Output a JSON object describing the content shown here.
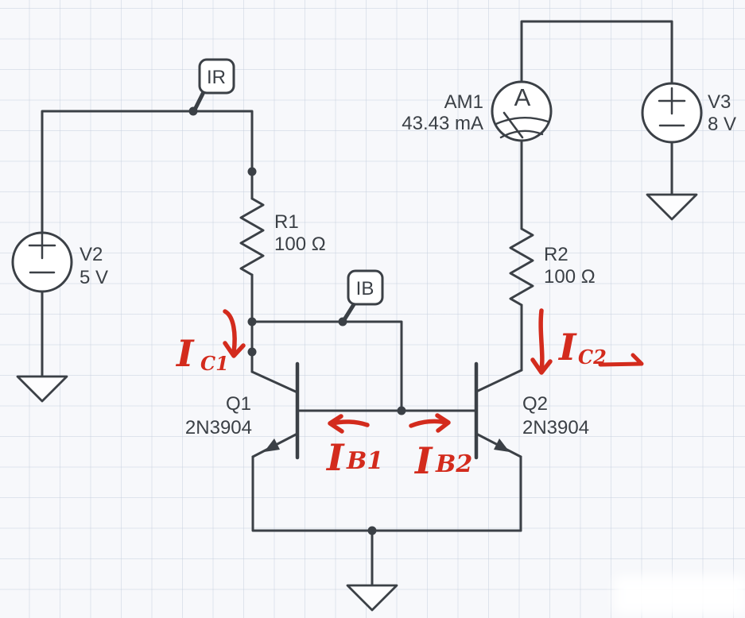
{
  "canvas": {
    "background": "#f7f8fb",
    "grid_color": "#c6ced9",
    "wire_color": "#3b4046",
    "annotation_color": "#d32b1d"
  },
  "sources": {
    "v2": {
      "label": "V2",
      "value": "5 V"
    },
    "v3": {
      "label": "V3",
      "value": "8 V"
    }
  },
  "resistors": {
    "r1": {
      "label": "R1",
      "value": "100 Ω"
    },
    "r2": {
      "label": "R2",
      "value": "100 Ω"
    }
  },
  "transistors": {
    "q1": {
      "label": "Q1",
      "part": "2N3904"
    },
    "q2": {
      "label": "Q2",
      "part": "2N3904"
    }
  },
  "meter": {
    "label": "AM1",
    "reading": "43.43 mA",
    "dial": "A"
  },
  "probes": {
    "ir": {
      "label": "IR"
    },
    "ib": {
      "label": "IB"
    }
  },
  "handwritten": {
    "ic1": {
      "base": "I",
      "sub": "C1"
    },
    "ic2": {
      "base": "I",
      "sub": "C2"
    },
    "ib1": {
      "base": "I",
      "sub": "B1"
    },
    "ib2": {
      "base": "I",
      "sub": "B2"
    }
  }
}
